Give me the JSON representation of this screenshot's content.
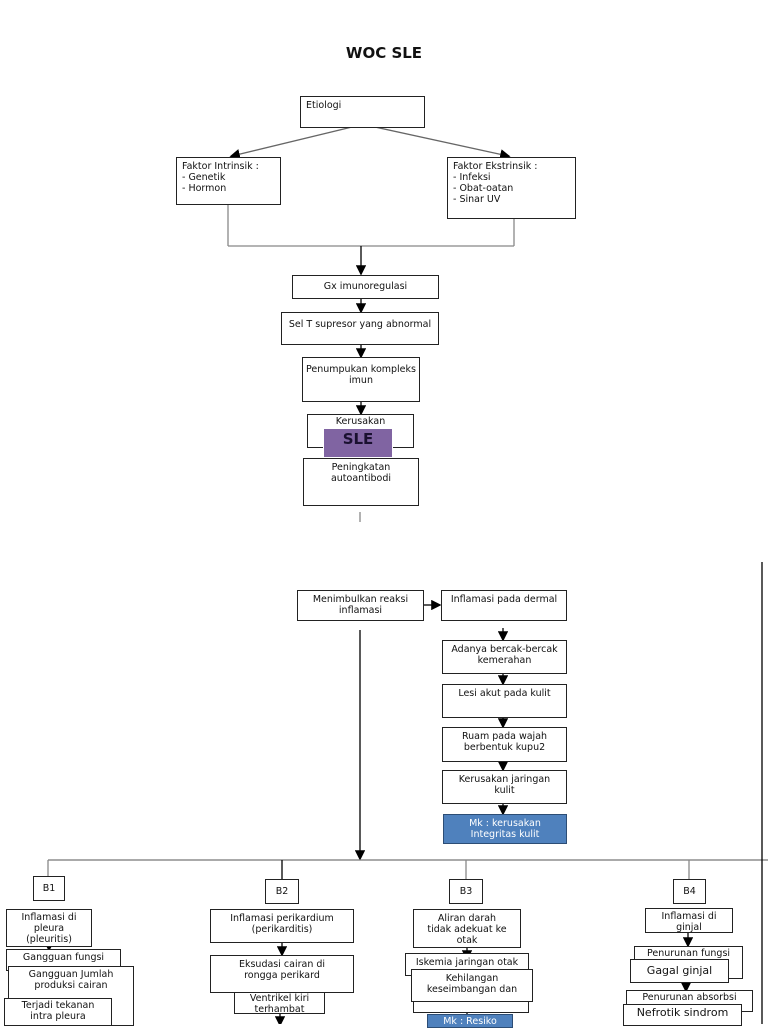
{
  "title": "WOC SLE",
  "colors": {
    "sle_box": "#8064a2",
    "diagnosis_box": "#4f81bd"
  },
  "etiologi": "Etiologi",
  "intrinsik": {
    "heading": "Faktor Intrinsik :",
    "items": [
      "-   Genetik",
      "-   Hormon"
    ]
  },
  "ekstrinsik": {
    "heading": "Faktor Ekstrinsik :",
    "items": [
      "-   Infeksi",
      "-   Obat-oatan",
      "-   Sinar UV"
    ]
  },
  "chain": {
    "gx": "Gx imunoregulasi",
    "sel_t": "Sel T supresor yang abnormal",
    "penumpukan": "Penumpukan kompleks imun",
    "kerusakan": "Kerusakan",
    "sle": "SLE",
    "peningkatan": "Peningkatan autoantibodi",
    "reaksi": "Menimbulkan reaksi inflamasi"
  },
  "dermal": {
    "inflamasi": "Inflamasi pada dermal",
    "bercak": "Adanya bercak-bercak kemerahan",
    "lesi": "Lesi akut pada kulit",
    "ruam": "Ruam pada wajah berbentuk kupu2",
    "kerusakan": "Kerusakan jaringan kulit",
    "mk": "Mk : kerusakan Integritas kulit"
  },
  "b1": {
    "label": "B1",
    "inflamasi": "Inflamasi di pleura (pleuritis)",
    "fungsi": "Gangguan fungsi",
    "jumlah": "Gangguan Jumlah produksi cairan",
    "tekanan": "Terjadi tekanan intra pleura"
  },
  "b2": {
    "label": "B2",
    "inflamasi": "Inflamasi perikardium (perikarditis)",
    "eksudasi": "Eksudasi cairan di rongga perikard",
    "ventrikel": "Ventrikel kiri terhambat"
  },
  "b3": {
    "label": "B3",
    "aliran": "Aliran darah tidak adekuat ke otak",
    "iskemia": "Iskemia jaringan otak",
    "kehilangan": "Kehilangan keseimbangan dan",
    "mk": "Mk : Resiko"
  },
  "b4": {
    "label": "B4",
    "inflamasi": "Inflamasi di ginjal",
    "penurunan_fungsi": "Penurunan fungsi",
    "gagal": "Gagal ginjal",
    "absorbsi": "Penurunan absorbsi",
    "nefrotik": "Nefrotik sindrom"
  }
}
